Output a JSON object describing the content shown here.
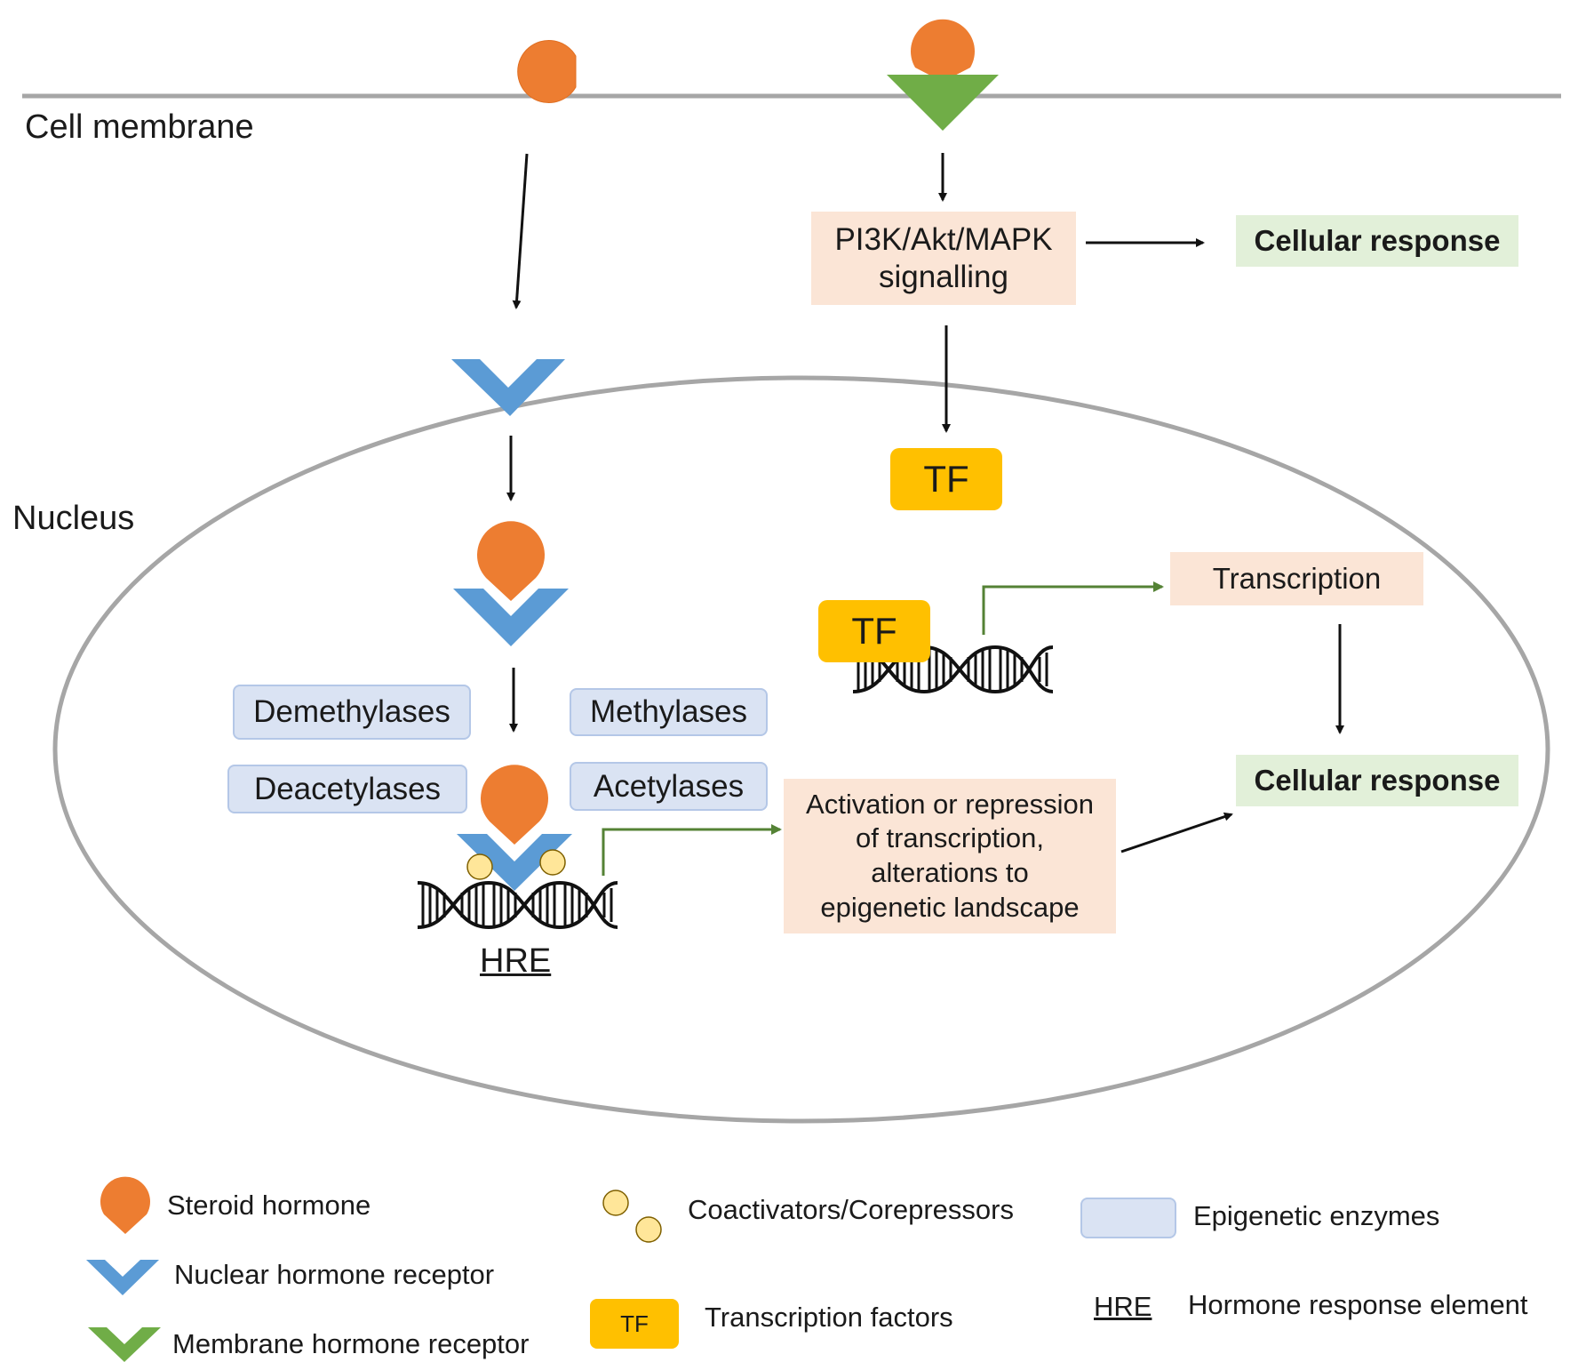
{
  "labels": {
    "cell_membrane": "Cell membrane",
    "nucleus": "Nucleus",
    "hre": "HRE"
  },
  "boxes": {
    "pi3k_line1": "PI3K/Akt/MAPK",
    "pi3k_line2": "signalling",
    "cellular_response_top": "Cellular response",
    "cellular_response_bottom": "Cellular response",
    "tf_upper": "TF",
    "tf_on_dna": "TF",
    "transcription": "Transcription",
    "activation_line1": "Activation  or repression",
    "activation_line2": "of transcription,",
    "activation_line3": "alterations to",
    "activation_line4": "epigenetic landscape"
  },
  "enzymes": {
    "demethylases": "Demethylases",
    "methylases": "Methylases",
    "deacetylases": "Deacetylases",
    "acetylases": "Acetylases"
  },
  "legend": {
    "steroid_hormone": "Steroid hormone",
    "nuclear_receptor": "Nuclear hormone receptor",
    "membrane_receptor": "Membrane hormone receptor",
    "coactivators": "Coactivators/Corepressors",
    "tf_icon": "TF",
    "transcription_factors": "Transcription factors",
    "epigenetic_enzymes": "Epigenetic  enzymes",
    "hre_icon": "HRE",
    "hormone_response_element": "Hormone response element"
  },
  "colors": {
    "hormone": "#ed7d31",
    "nuclear_receptor": "#5b9bd5",
    "membrane_receptor": "#70ad47",
    "coactivator": "#ffe699",
    "tf": "#ffc000",
    "enzyme_fill": "#dae3f3",
    "peach_box": "#fbe5d6",
    "green_box": "#e2f0d9",
    "green_arrow": "#548235",
    "membrane_line": "#a6a6a6"
  }
}
